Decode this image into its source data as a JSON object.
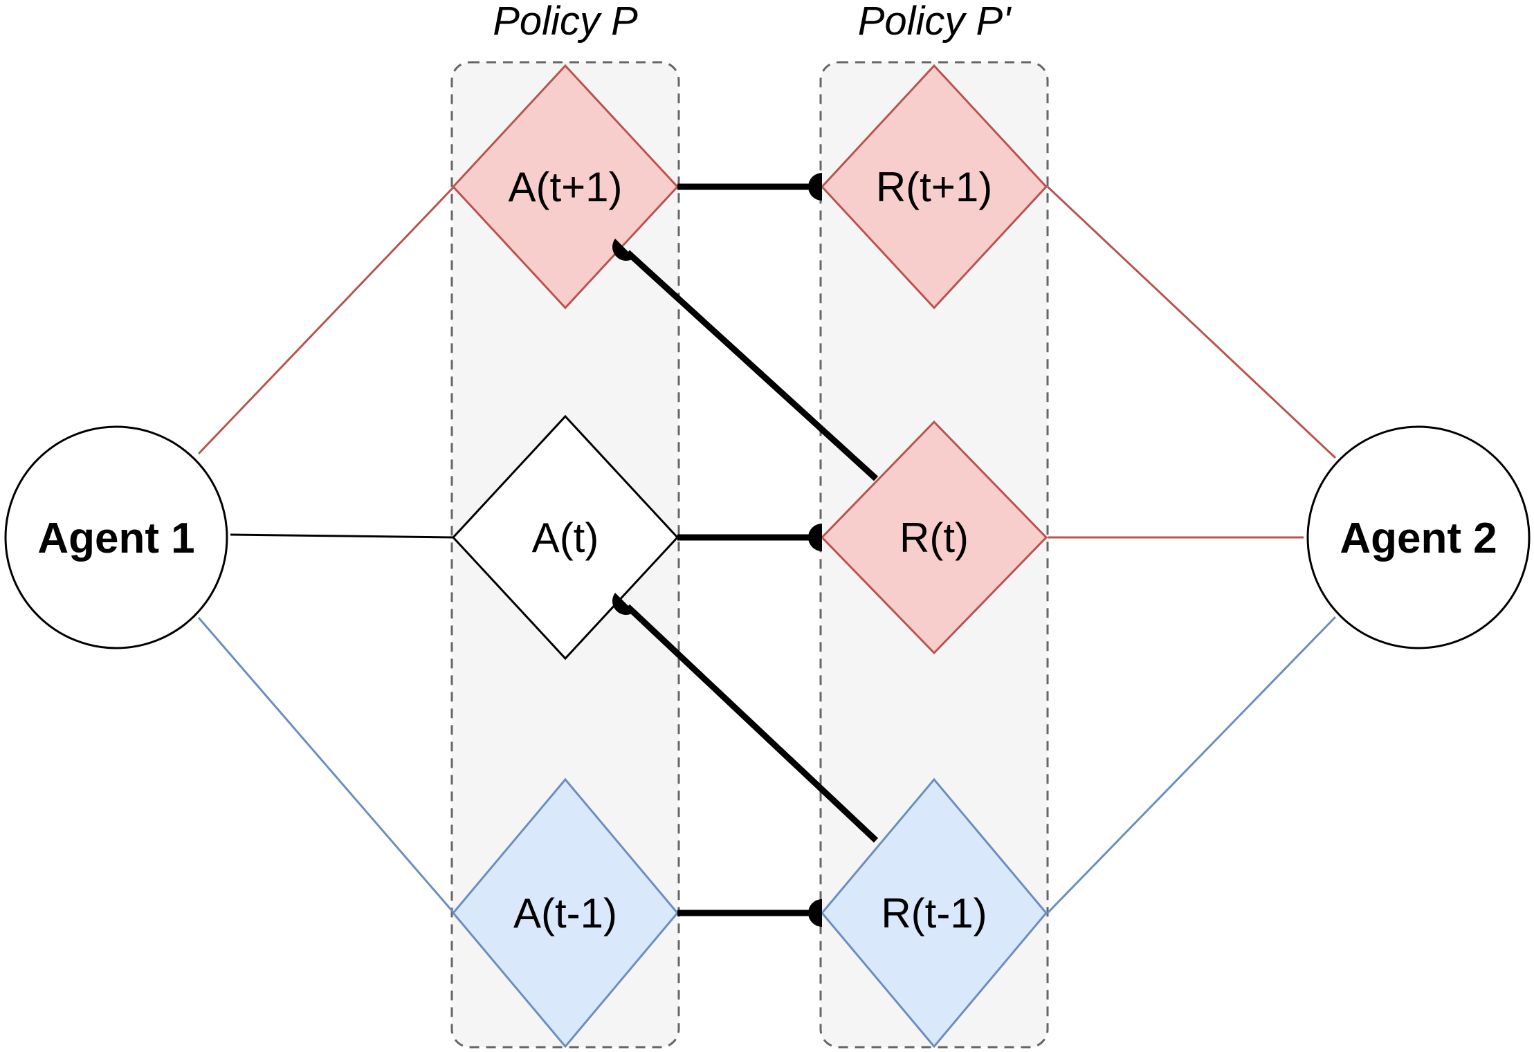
{
  "policies": [
    {
      "id": "policy-p",
      "title": "Policy P"
    },
    {
      "id": "policy-p-prime",
      "title": "Policy P'"
    }
  ],
  "agents": [
    {
      "id": "agent1",
      "label": "Agent 1"
    },
    {
      "id": "agent2",
      "label": "Agent 2"
    }
  ],
  "nodes": [
    {
      "id": "a_t1",
      "label": "A(t+1)",
      "color": "red"
    },
    {
      "id": "a_t",
      "label": "A(t)",
      "color": "white"
    },
    {
      "id": "a_tm1",
      "label": "A(t-1)",
      "color": "blue"
    },
    {
      "id": "r_t1",
      "label": "R(t+1)",
      "color": "red"
    },
    {
      "id": "r_t",
      "label": "R(t)",
      "color": "red"
    },
    {
      "id": "r_tm1",
      "label": "R(t-1)",
      "color": "blue"
    }
  ],
  "colors": {
    "red_fill": "#f8cecc",
    "red_stroke": "#b85450",
    "blue_fill": "#dae8fc",
    "blue_stroke": "#6c8ebf",
    "white_fill": "#ffffff",
    "black_stroke": "#000000",
    "group_fill": "#f5f5f5",
    "group_stroke": "#666666"
  }
}
